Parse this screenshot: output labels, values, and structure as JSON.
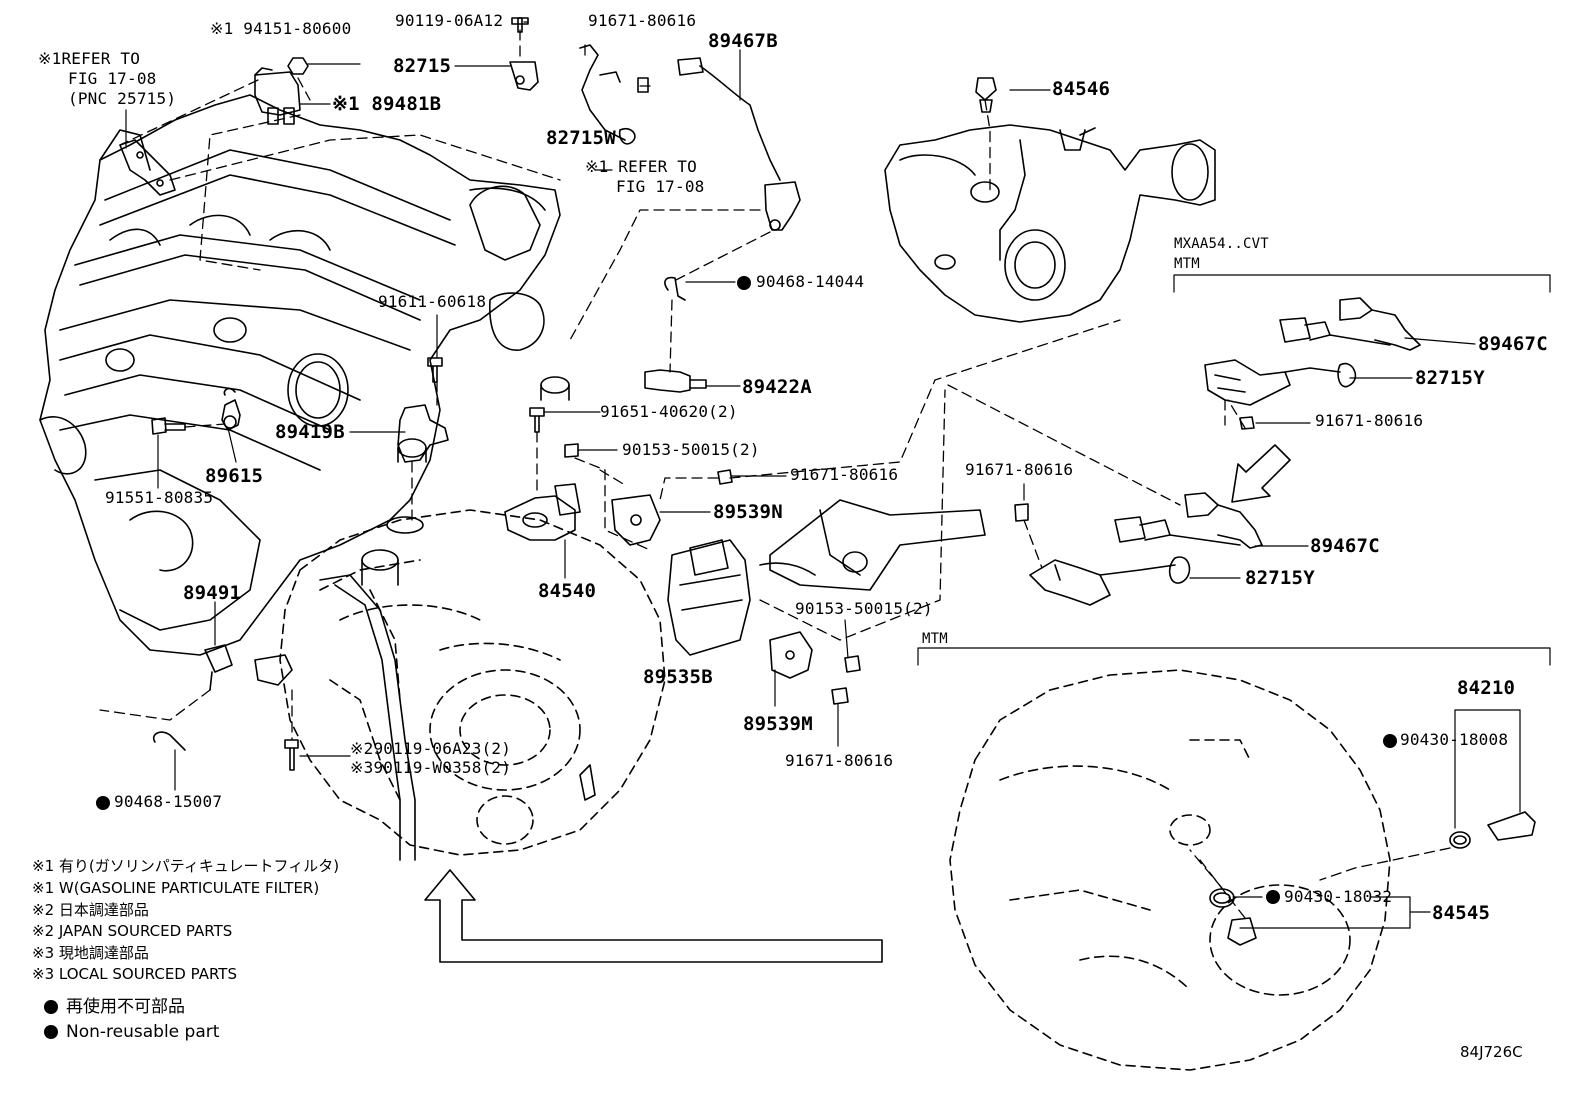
{
  "labels": {
    "p94151": "※1 94151-80600",
    "p90119a": "90119-06A12",
    "p91671a": "91671-80616",
    "p89467b": "89467B",
    "refer1_l1": "※1REFER TO",
    "refer1_l2": "FIG 17-08",
    "refer1_l3": "(PNC 25715)",
    "p82715": "82715",
    "p89481b": "※1 89481B",
    "p82715w": "82715W",
    "refer2_l1": "※1 REFER TO",
    "refer2_l2": "FIG 17-08",
    "p84546": "84546",
    "p90468a": "90468-14044",
    "p91611": "91611-60618",
    "p89422a": "89422A",
    "p89419b": "89419B",
    "p91651": "91651-40620(2)",
    "p90153a": "90153-50015(2)",
    "p91671b": "91671-80616",
    "p89615": "89615",
    "p91551": "91551-80835",
    "p89539n": "89539N",
    "p84540": "84540",
    "p89491": "89491",
    "p90153b": "90153-50015(2)",
    "p89535b": "89535B",
    "p89539m": "89539M",
    "p91671c": "91671-80616",
    "p90119b": "※290119-06A23(2)",
    "p90119c": "※390119-W0358(2)",
    "p90468b": "90468-15007",
    "mxaa": "MXAA54..CVT",
    "mtm1": "MTM",
    "p89467c1": "89467C",
    "p82715y1": "82715Y",
    "p91671d": "91671-80616",
    "p91671e": "91671-80616",
    "p89467c2": "89467C",
    "p82715y2": "82715Y",
    "mtm2": "MTM",
    "p84210": "84210",
    "p90430a": "90430-18008",
    "p90430b": "90430-18032",
    "p84545": "84545",
    "diagram_id": "84J726C"
  },
  "notes": {
    "n1": "※1 有り(ガソリンパティキュレートフィルタ)",
    "n2": "※1 W(GASOLINE PARTICULATE FILTER)",
    "n3": "※2 日本調達部品",
    "n4": "※2 JAPAN SOURCED PARTS",
    "n5": "※3 現地調達部品",
    "n6": "※3 LOCAL SOURCED PARTS",
    "n7": "再使用不可部品",
    "n8": "Non-reusable part"
  }
}
